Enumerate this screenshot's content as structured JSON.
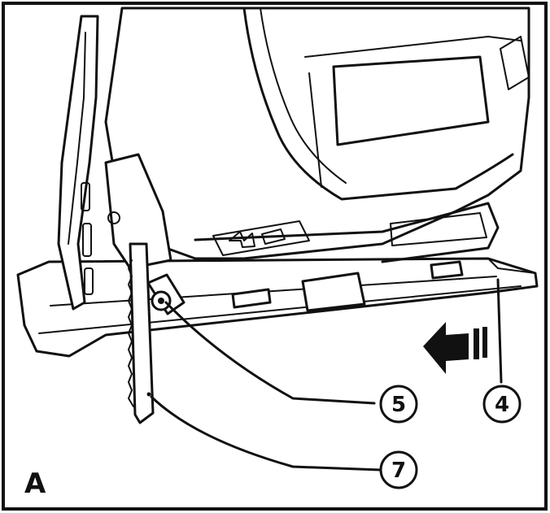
{
  "figure": {
    "label": "A",
    "callouts": [
      {
        "id": "5",
        "text": "5"
      },
      {
        "id": "4",
        "text": "4"
      },
      {
        "id": "7",
        "text": "7"
      }
    ],
    "arrow": {
      "direction": "left"
    }
  },
  "colors": {
    "ink": "#111111",
    "paper": "#ffffff"
  }
}
